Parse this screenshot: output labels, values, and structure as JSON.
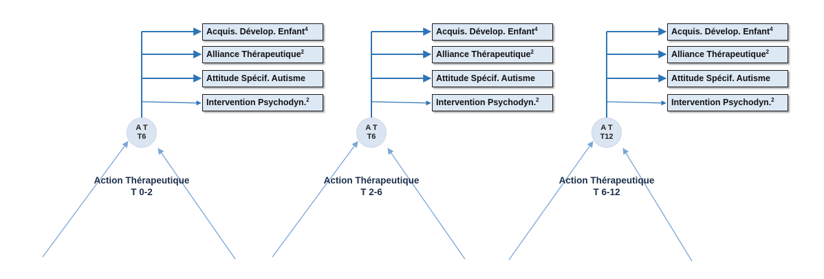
{
  "colors": {
    "arrow": "#2e75b6",
    "input_line": "#7aa6d6",
    "box_fill": "#dde8f5",
    "node_fill": "#dbe5f1"
  },
  "panels": [
    {
      "node_line1": "A T",
      "node_line2": "T6",
      "label_line1": "Action Thérapeutique",
      "label_line2": "T 0-2",
      "boxes": [
        {
          "text": "Acquis. Dévelop. Enfant",
          "sup": "4"
        },
        {
          "text": "Alliance Thérapeutique",
          "sup": "2"
        },
        {
          "text": "Attitude Spécif. Autisme",
          "sup": ""
        },
        {
          "text": "Intervention Psychodyn.",
          "sup": "2"
        }
      ]
    },
    {
      "node_line1": "A T",
      "node_line2": "T6",
      "label_line1": "Action Thérapeutique",
      "label_line2": "T 2-6",
      "boxes": [
        {
          "text": "Acquis. Dévelop. Enfant",
          "sup": "4"
        },
        {
          "text": "Alliance Thérapeutique",
          "sup": "2"
        },
        {
          "text": "Attitude Spécif. Autisme",
          "sup": ""
        },
        {
          "text": "Intervention Psychodyn.",
          "sup": "2"
        }
      ]
    },
    {
      "node_line1": "A T",
      "node_line2": "T12",
      "label_line1": "Action Thérapeutique",
      "label_line2": "T 6-12",
      "boxes": [
        {
          "text": "Acquis. Dévelop. Enfant",
          "sup": "4"
        },
        {
          "text": "Alliance Thérapeutique",
          "sup": "2"
        },
        {
          "text": "Attitude Spécif. Autisme",
          "sup": ""
        },
        {
          "text": "Intervention Psychodyn.",
          "sup": "2"
        }
      ]
    }
  ]
}
